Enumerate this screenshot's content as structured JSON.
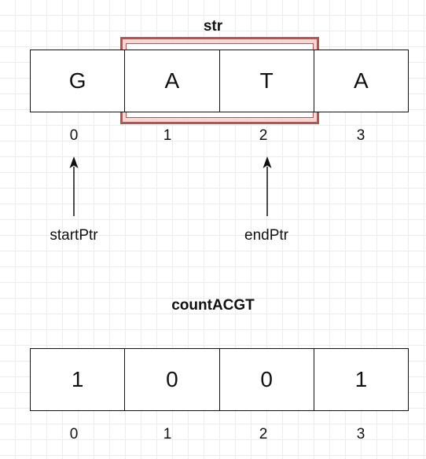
{
  "str": {
    "title": "str",
    "cells": [
      "G",
      "A",
      "T",
      "A"
    ],
    "indices": [
      "0",
      "1",
      "2",
      "3"
    ],
    "highlight_color": "#b85450",
    "highlight_fill": "#f8cecc"
  },
  "pointers": {
    "start": "startPtr",
    "end": "endPtr"
  },
  "count": {
    "title": "countACGT",
    "cells": [
      "1",
      "0",
      "0",
      "1"
    ],
    "indices": [
      "0",
      "1",
      "2",
      "3"
    ]
  }
}
